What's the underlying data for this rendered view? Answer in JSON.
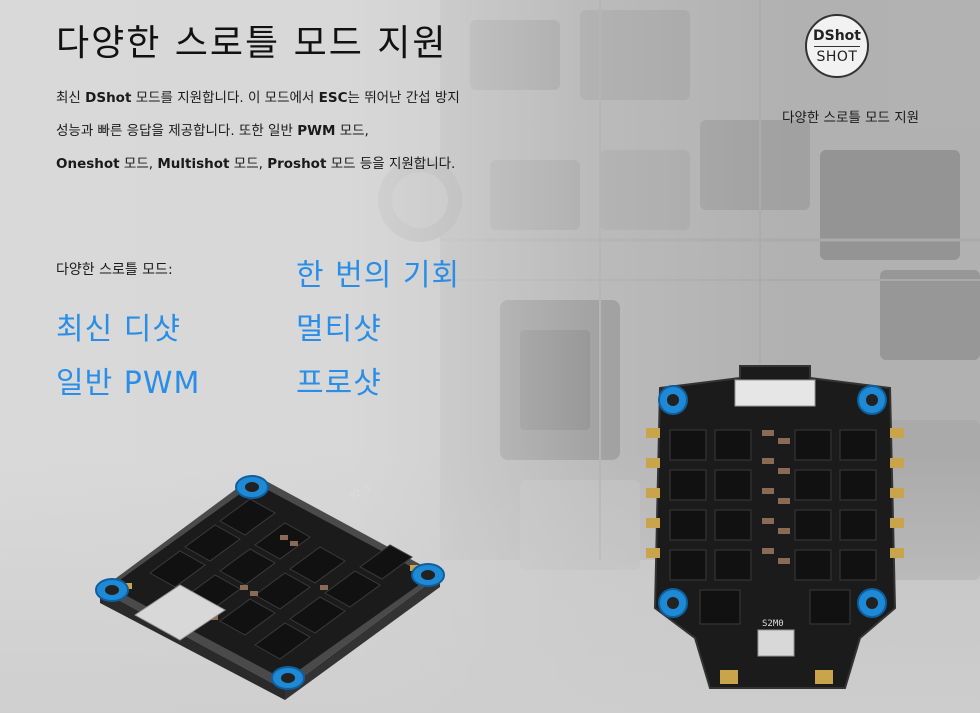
{
  "heading": {
    "title": "다양한 스로틀 모드 지원"
  },
  "description": {
    "line1_pre": "최신 ",
    "line1_b1": "DShot",
    "line1_mid": " 모드를 지원합니다. 이 모드에서 ",
    "line1_b2": "ESC",
    "line1_post": "는 뛰어난 간섭 방지",
    "line2_pre": "성능과 빠른 응답을 제공합니다. 또한 일반 ",
    "line2_b1": "PWM",
    "line2_post": " 모드,",
    "line3_b1": "Oneshot",
    "line3_mid1": " 모드, ",
    "line3_b2": "Multishot",
    "line3_mid2": " 모드, ",
    "line3_b3": "Proshot",
    "line3_post": " 모드 등을 지원합니다."
  },
  "modes": {
    "label": "다양한 스로틀 모드:",
    "items": [
      "한 번의 기회",
      "최신 디샷",
      "멀티샷",
      "일반 PWM",
      "프로샷"
    ]
  },
  "badge": {
    "top": "DShot",
    "bottom": "SHOT",
    "caption": "다양한 스로틀 모드 지원"
  },
  "board_labels": {
    "right_chip": "S2M0",
    "left_chip": "M2 5"
  },
  "colors": {
    "accent": "#2a8ee8",
    "mount_ring": "#1e8ad6",
    "board": "#1b1b1b",
    "pad_gold": "#c9a44a"
  }
}
